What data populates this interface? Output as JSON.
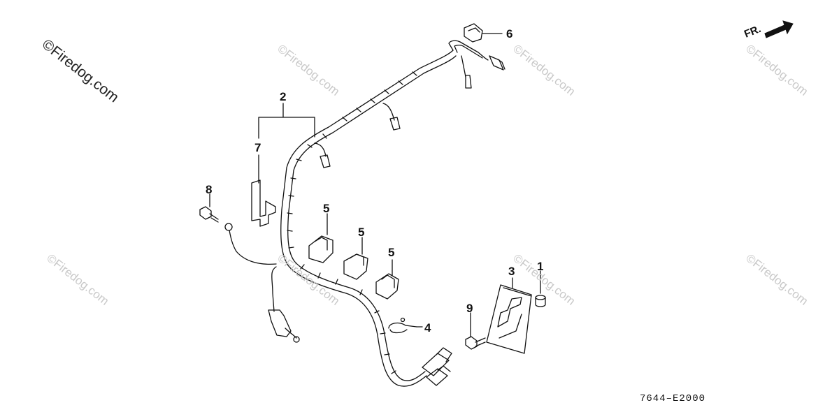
{
  "watermark": {
    "primary": "©Firedog.com",
    "tile": "©Firedog.com"
  },
  "direction_label": "FR.",
  "diagram_code": "7644–E2000",
  "callouts": [
    "1",
    "2",
    "3",
    "4",
    "5",
    "5",
    "5",
    "6",
    "7",
    "8",
    "9"
  ],
  "colors": {
    "line": "#111111",
    "watermark": "#c9c9c9",
    "background": "#ffffff"
  },
  "icons": [
    "front-direction-arrow-icon"
  ]
}
